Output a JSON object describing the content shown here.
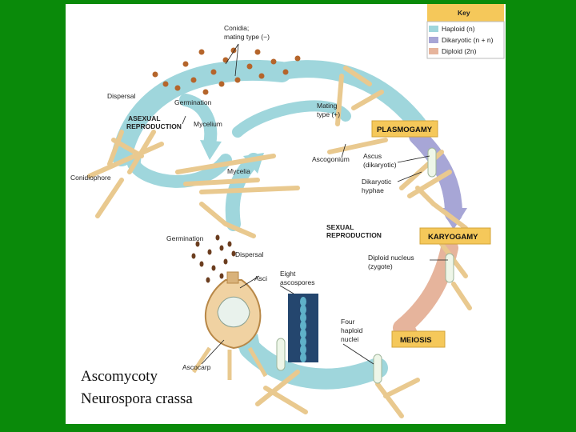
{
  "key": {
    "title": "Key",
    "items": [
      {
        "label": "Haploid (n)",
        "color": "#9fd6dc"
      },
      {
        "label": "Dikaryotic (n + n)",
        "color": "#a7a6d6"
      },
      {
        "label": "Diploid (2n)",
        "color": "#e6b49c"
      }
    ]
  },
  "stages": {
    "plasmogamy": "PLASMOGAMY",
    "karyogamy": "KARYOGAMY",
    "meiosis": "MEIOSIS"
  },
  "labels": {
    "conidia_1": "Conidia;",
    "conidia_2": "mating type (−)",
    "dispersal_top": "Dispersal",
    "germination_top": "Germination",
    "asexual_1": "ASEXUAL",
    "asexual_2": "REPRODUCTION",
    "mycelium": "Mycelium",
    "conidiophore": "Conidiophore",
    "mycelia": "Mycelia",
    "mating_1": "Mating",
    "mating_2": "type (+)",
    "ascogonium": "Ascogonium",
    "ascus_1": "Ascus",
    "ascus_2": "(dikaryotic)",
    "dikaryotic_1": "Dikaryotic",
    "dikaryotic_2": "hyphae",
    "sexual_1": "SEXUAL",
    "sexual_2": "REPRODUCTION",
    "germination_bottom": "Germination",
    "dispersal_bottom": "Dispersal",
    "asci": "Asci",
    "eight_1": "Eight",
    "eight_2": "ascospores",
    "diploid_1": "Diploid nucleus",
    "diploid_2": "(zygote)",
    "four_1": "Four",
    "four_2": "haploid",
    "four_3": "nuclei",
    "ascocarp": "Ascocarp"
  },
  "caption": {
    "line1": "Ascomycoty",
    "line2": "Neurospora crassa"
  },
  "colors": {
    "background": "#0a8a0a",
    "haploid_arrow": "#9fd6dc",
    "dikaryotic_arrow": "#a7a6d6",
    "diploid_arrow": "#e6b49c",
    "stage_box": "#f5c85a",
    "hyphae": "#f1d9b0",
    "spores": "#b5652b"
  }
}
